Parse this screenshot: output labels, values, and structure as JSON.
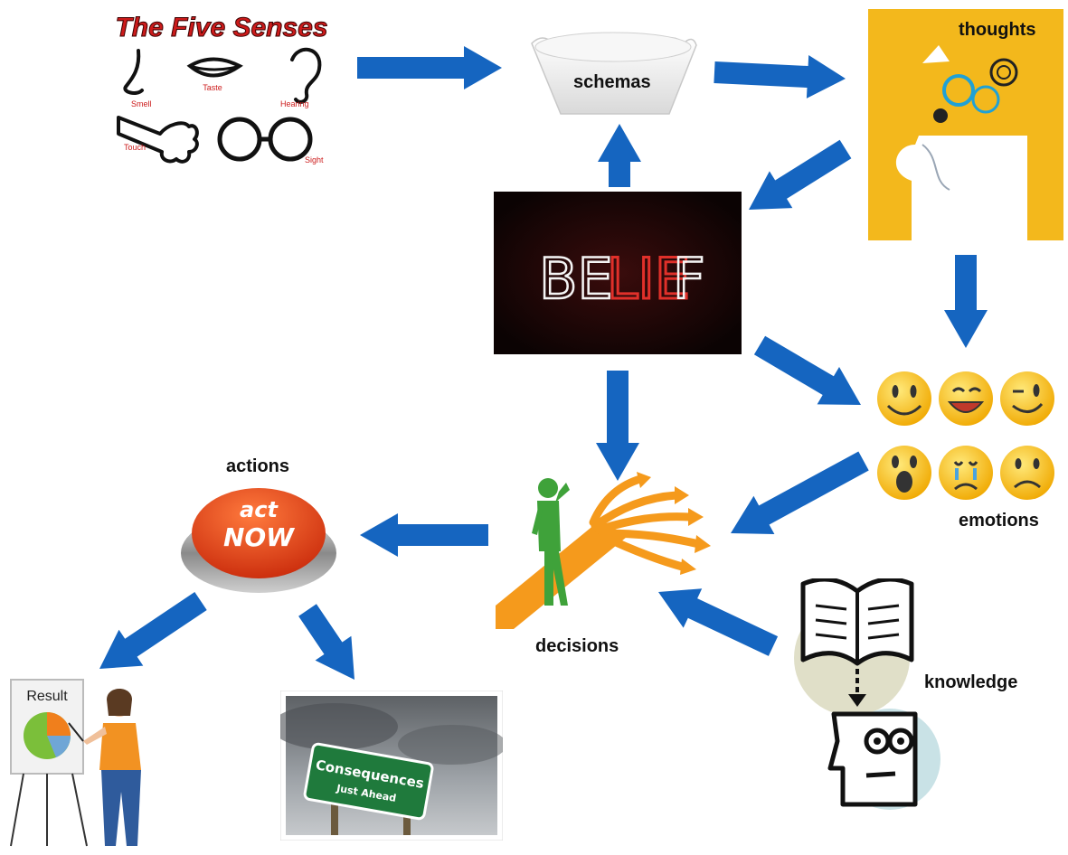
{
  "colors": {
    "arrow": "#1565c0",
    "belief_bg": "#1a0707",
    "thoughts_bg": "#f3b81c",
    "neon_white": "#f4f4f4",
    "neon_red": "#e0302a",
    "senses_red": "#cc1b1b"
  },
  "five_senses": {
    "title": "The Five Senses",
    "smell": "Smell",
    "taste": "Taste",
    "hearing": "Hearing",
    "touch": "Touch",
    "sight": "Sight"
  },
  "schemas": {
    "label": "schemas"
  },
  "thoughts": {
    "label": "thoughts"
  },
  "belief": {
    "text_be": "BE",
    "text_lie": "LIE",
    "text_f": "F"
  },
  "emotions": {
    "label": "emotions"
  },
  "actions": {
    "label": "actions",
    "button_line1": "act",
    "button_line2": "NOW"
  },
  "decisions": {
    "label": "decisions"
  },
  "knowledge": {
    "label": "knowledge"
  },
  "result": {
    "board_title": "Result"
  },
  "consequences": {
    "sign_line1": "Consequences",
    "sign_line2": "Just Ahead"
  },
  "arrows": [
    {
      "name": "arrow-senses-to-schemas",
      "from": "five-senses",
      "to": "schemas"
    },
    {
      "name": "arrow-schemas-to-thoughts",
      "from": "schemas",
      "to": "thoughts"
    },
    {
      "name": "arrow-thoughts-to-belief",
      "from": "thoughts",
      "to": "belief"
    },
    {
      "name": "arrow-belief-to-schemas",
      "from": "belief",
      "to": "schemas"
    },
    {
      "name": "arrow-thoughts-to-emotions",
      "from": "thoughts",
      "to": "emotions"
    },
    {
      "name": "arrow-belief-to-emotions",
      "from": "belief",
      "to": "emotions"
    },
    {
      "name": "arrow-belief-to-decisions",
      "from": "belief",
      "to": "decisions"
    },
    {
      "name": "arrow-emotions-to-decisions",
      "from": "emotions",
      "to": "decisions"
    },
    {
      "name": "arrow-knowledge-to-decisions",
      "from": "knowledge",
      "to": "decisions"
    },
    {
      "name": "arrow-decisions-to-actions",
      "from": "decisions",
      "to": "actions"
    },
    {
      "name": "arrow-actions-to-result",
      "from": "actions",
      "to": "result"
    },
    {
      "name": "arrow-actions-to-consequences",
      "from": "actions",
      "to": "consequences"
    }
  ]
}
